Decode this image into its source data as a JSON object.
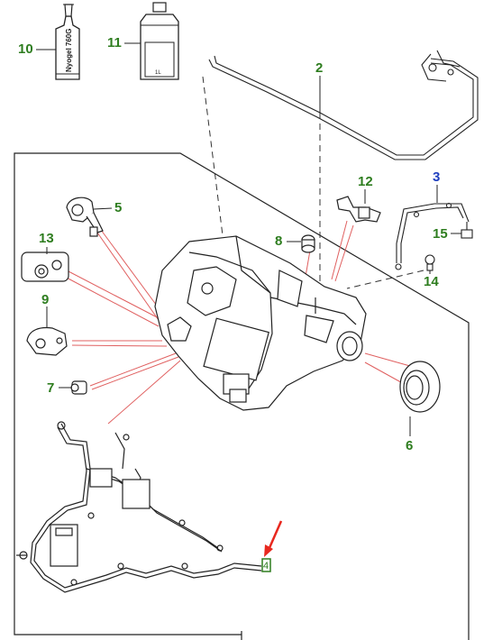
{
  "colors": {
    "callout_green": "#2e7d1f",
    "callout_blue": "#1f3fbf",
    "leader_red": "#e06060",
    "pointer_red": "#e8281e",
    "line": "#222222",
    "dash": "#333333"
  },
  "tube_label": "Nyogel 760G",
  "bottle_label": "1L",
  "callouts": [
    {
      "id": "c10",
      "label": "10"
    },
    {
      "id": "c11",
      "label": "11"
    },
    {
      "id": "c2",
      "label": "2"
    },
    {
      "id": "c3",
      "label": "3"
    },
    {
      "id": "c5",
      "label": "5"
    },
    {
      "id": "c8",
      "label": "8"
    },
    {
      "id": "c12",
      "label": "12"
    },
    {
      "id": "c13",
      "label": "13"
    },
    {
      "id": "c15",
      "label": "15"
    },
    {
      "id": "c14",
      "label": "14"
    },
    {
      "id": "c9",
      "label": "9"
    },
    {
      "id": "c7",
      "label": "7"
    },
    {
      "id": "c6",
      "label": "6"
    },
    {
      "id": "c4",
      "label": "4"
    }
  ]
}
